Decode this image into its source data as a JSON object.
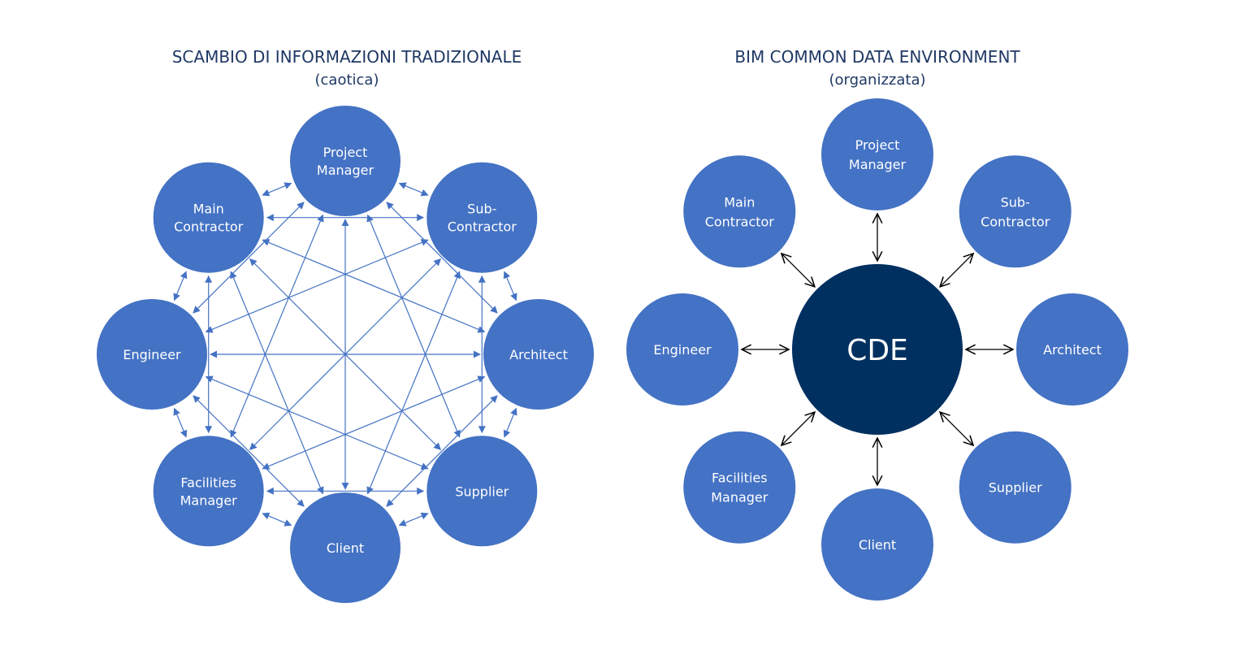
{
  "colors": {
    "node_fill": "#4472c4",
    "cde_fill": "#003060",
    "left_edge": "#4472c4",
    "right_edge": "#000000",
    "title_text": "#1f3864",
    "node_text": "#ffffff"
  },
  "left_diagram": {
    "title": "SCAMBIO DI INFORMAZIONI TRADIZIONALE",
    "subtitle": "(caotica)",
    "connectivity": "all-to-all, bidirectional arrows",
    "nodes": [
      {
        "id": "project-manager",
        "lines": [
          "Project",
          "Manager"
        ]
      },
      {
        "id": "sub-contractor",
        "lines": [
          "Sub-",
          "Contractor"
        ]
      },
      {
        "id": "architect",
        "lines": [
          "Architect"
        ]
      },
      {
        "id": "supplier",
        "lines": [
          "Supplier"
        ]
      },
      {
        "id": "client",
        "lines": [
          "Client"
        ]
      },
      {
        "id": "facilities-manager",
        "lines": [
          "Facilities",
          "Manager"
        ]
      },
      {
        "id": "engineer",
        "lines": [
          "Engineer"
        ]
      },
      {
        "id": "main-contractor",
        "lines": [
          "Main",
          "Contractor"
        ]
      }
    ]
  },
  "right_diagram": {
    "title": "BIM COMMON DATA ENVIRONMENT",
    "subtitle": "(organizzata)",
    "hub": {
      "id": "cde",
      "label": "CDE"
    },
    "connectivity": "hub-and-spoke, bidirectional arrows",
    "nodes": [
      {
        "id": "project-manager",
        "lines": [
          "Project",
          "Manager"
        ]
      },
      {
        "id": "sub-contractor",
        "lines": [
          "Sub-",
          "Contractor"
        ]
      },
      {
        "id": "architect",
        "lines": [
          "Architect"
        ]
      },
      {
        "id": "supplier",
        "lines": [
          "Supplier"
        ]
      },
      {
        "id": "client",
        "lines": [
          "Client"
        ]
      },
      {
        "id": "facilities-manager",
        "lines": [
          "Facilities",
          "Manager"
        ]
      },
      {
        "id": "engineer",
        "lines": [
          "Engineer"
        ]
      },
      {
        "id": "main-contractor",
        "lines": [
          "Main",
          "Contractor"
        ]
      }
    ]
  }
}
